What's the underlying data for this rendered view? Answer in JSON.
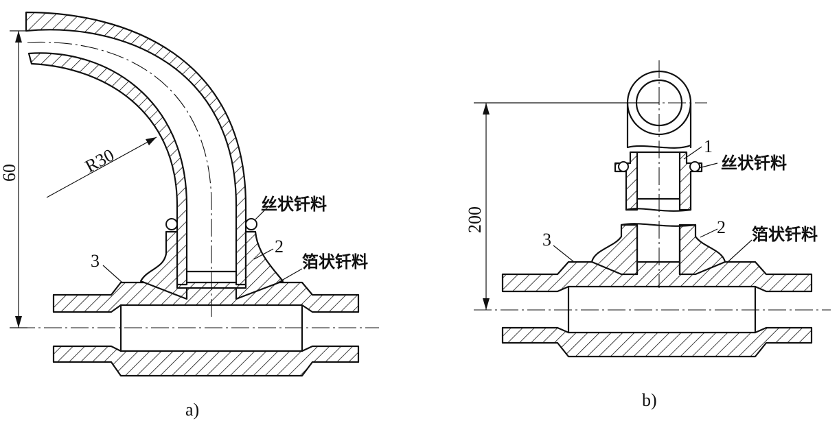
{
  "figure_a": {
    "caption": "a)",
    "dimension_height": "60",
    "radius_label": "R30",
    "part_2": "2",
    "part_3": "3",
    "wire_filler_label": "丝状钎料",
    "foil_filler_label": "箔状钎料"
  },
  "figure_b": {
    "caption": "b)",
    "dimension_height": "200",
    "part_1": "1",
    "part_2": "2",
    "part_3": "3",
    "wire_filler_label": "丝状钎料",
    "foil_filler_label": "箔状钎料"
  }
}
